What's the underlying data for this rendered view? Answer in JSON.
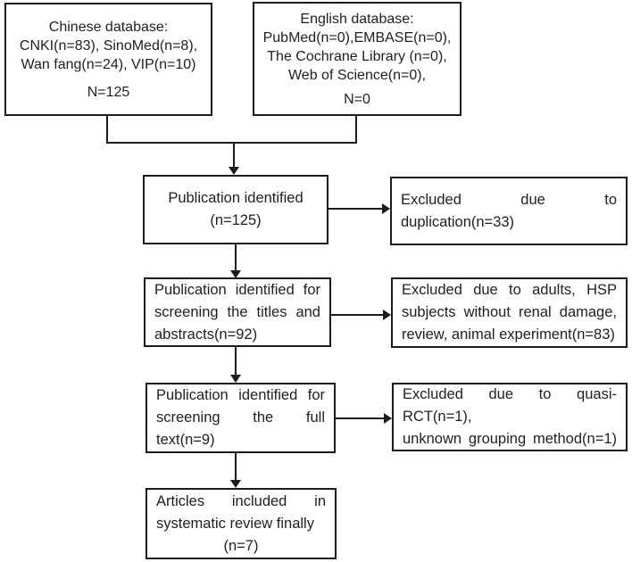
{
  "figure": {
    "type": "study-selection-flow-diagram",
    "colors": {
      "line": "#1c1c1c",
      "text": "#1f1f1f",
      "background": "#ffffff"
    }
  },
  "boxes": {
    "chinese_db": {
      "lines": [
        "Chinese database:",
        "CNKI(n=83), SinoMed(n=8),",
        "Wan fang(n=24), VIP(n=10)"
      ],
      "total": "N=125"
    },
    "english_db": {
      "lines": [
        "English database:",
        "PubMed(n=0),EMBASE(n=0),",
        "The Cochrane Library (n=0),",
        "Web of Science(n=0),"
      ],
      "total": "N=0"
    },
    "identified": {
      "lines": [
        "Publication identified",
        "(n=125)"
      ]
    },
    "excluded_duplication": {
      "lines": [
        "Excluded due to duplication(n=33)"
      ]
    },
    "screening_titles": {
      "lines": [
        "Publication identified for",
        "screening the titles and",
        "abstracts(n=92)"
      ]
    },
    "excluded_adults": {
      "lines": [
        "Excluded due to adults, HSP",
        "subjects without renal damage,",
        "review, animal experiment(n=83)"
      ]
    },
    "screening_fulltext": {
      "lines": [
        "Publication identified for",
        "screening the full text(n=9)"
      ]
    },
    "excluded_quasi_rct": {
      "lines": [
        "Excluded due to quasi-RCT(n=1),",
        "unknown grouping method(n=1)"
      ]
    },
    "included_final": {
      "lines": [
        "Articles included in",
        "systematic review finally",
        "(n=7)"
      ]
    }
  }
}
